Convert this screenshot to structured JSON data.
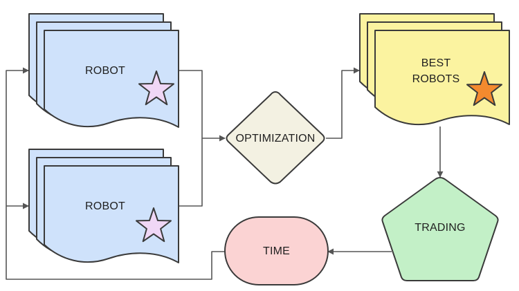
{
  "nodes": {
    "robot_top": {
      "label": "ROBOT"
    },
    "robot_bottom": {
      "label": "ROBOT"
    },
    "optimization": {
      "label": "OPTIMIZATION"
    },
    "best_robots": {
      "line1": "BEST",
      "line2": "ROBOTS"
    },
    "trading": {
      "label": "TRADING"
    },
    "time": {
      "label": "TIME"
    }
  },
  "colors": {
    "robot_fill": "#cfe2fb",
    "best_robots_fill": "#fbf3a0",
    "optimization_fill": "#f3f1e2",
    "trading_fill": "#c3f0c7",
    "time_fill": "#fbd3d3",
    "star_pink": "#f0d7f6",
    "star_orange": "#f48a2e",
    "outline": "#3a3a3a",
    "connector": "#555555"
  }
}
